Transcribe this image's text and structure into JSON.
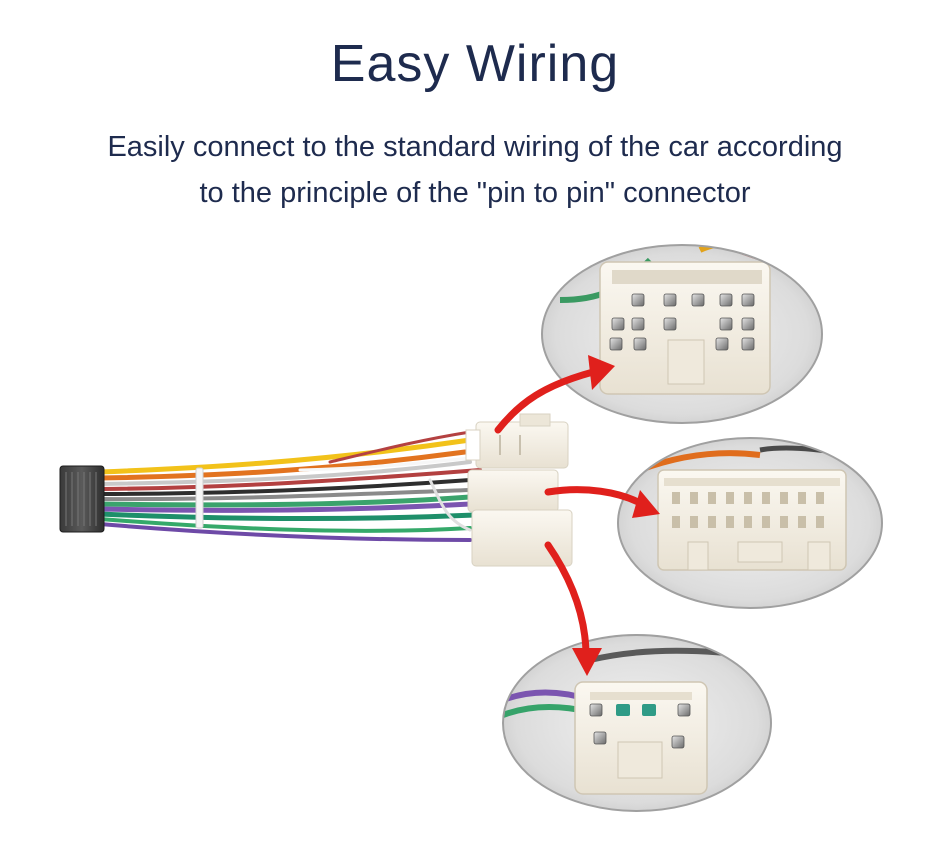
{
  "header": {
    "title": "Easy Wiring",
    "subtitle_line1": "Easily connect to the standard wiring of the car according",
    "subtitle_line2": "to the principle of the \"pin to pin\" connector"
  },
  "colors": {
    "heading": "#1e2b4e",
    "arrow": "#e0201c",
    "connector_body": "#f3efe6",
    "lens_border": "#9a9a9a"
  },
  "illustration": {
    "icon": "wiring-harness-icon",
    "callouts": [
      "connector-16pin-icon",
      "connector-20pin-icon",
      "connector-6pin-icon"
    ]
  }
}
